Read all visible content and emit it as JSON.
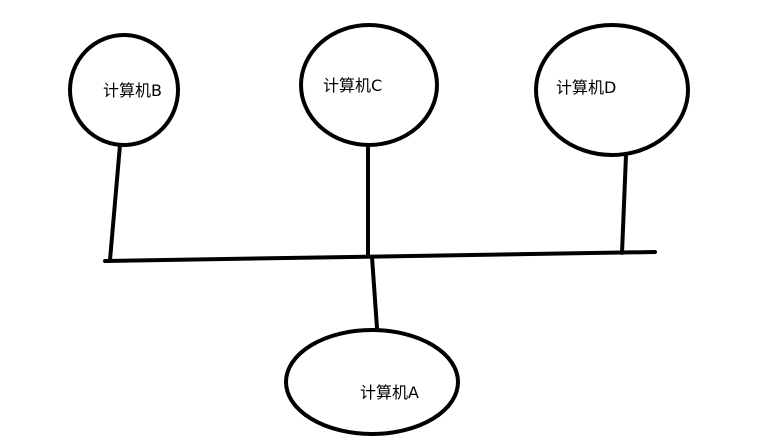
{
  "diagram": {
    "nodes": [
      {
        "id": "B",
        "label": "计算机B"
      },
      {
        "id": "C",
        "label": "计算机C"
      },
      {
        "id": "D",
        "label": "计算机D"
      },
      {
        "id": "A",
        "label": "计算机A"
      }
    ],
    "edges": [
      {
        "from": "B",
        "to": "bus"
      },
      {
        "from": "C",
        "to": "bus"
      },
      {
        "from": "D",
        "to": "bus"
      },
      {
        "from": "bus",
        "to": "A"
      }
    ]
  }
}
